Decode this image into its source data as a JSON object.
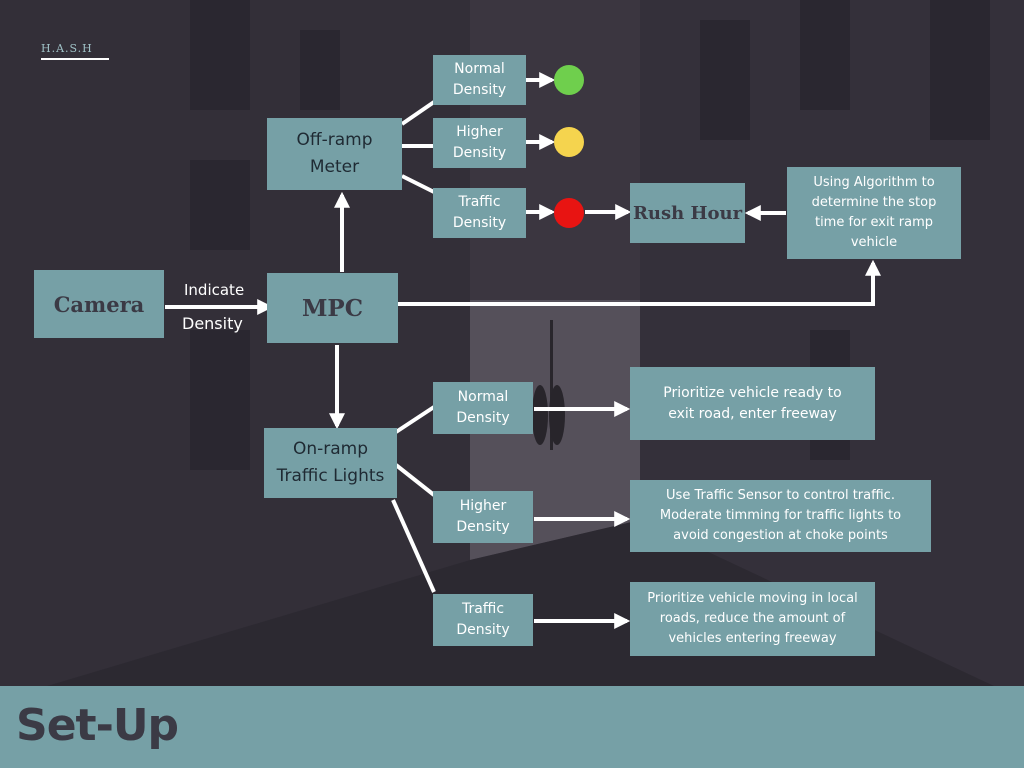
{
  "brand": "H.A.S.H",
  "footer_title": "Set-Up",
  "colors": {
    "box": "#76a0a6",
    "dark_text": "#3b3a45",
    "light_green": "#6fcf4d",
    "light_yellow": "#f5d44e",
    "light_red": "#e81412"
  },
  "camera": {
    "label": "Camera"
  },
  "edge_label": {
    "line1": "Indicate",
    "line2": "Density"
  },
  "mpc": {
    "label": "MPC"
  },
  "offramp": {
    "label_line1": "Off-ramp",
    "label_line2": "Meter",
    "normal": {
      "line1": "Normal",
      "line2": "Density"
    },
    "higher": {
      "line1": "Higher",
      "line2": "Density"
    },
    "traffic": {
      "line1": "Traffic",
      "line2": "Density"
    }
  },
  "rush_hour": {
    "label": "Rush Hour"
  },
  "algorithm": {
    "line1": "Using Algorithm to",
    "line2": "determine the stop",
    "line3": "time for exit ramp",
    "line4": "vehicle"
  },
  "onramp": {
    "label_line1": "On-ramp",
    "label_line2": "Traffic Lights",
    "normal": {
      "line1": "Normal",
      "line2": "Density"
    },
    "higher": {
      "line1": "Higher",
      "line2": "Density"
    },
    "traffic": {
      "line1": "Traffic",
      "line2": "Density"
    }
  },
  "results": {
    "normal": {
      "line1": "Prioritize vehicle ready to",
      "line2": "exit road, enter freeway"
    },
    "higher": {
      "line1": "Use Traffic Sensor to control traffic.",
      "line2": "Moderate timming for traffic lights to",
      "line3": "avoid congestion at choke points"
    },
    "traffic": {
      "line1": "Prioritize vehicle moving in local",
      "line2": "roads, reduce the amount of",
      "line3": "vehicles entering freeway"
    }
  }
}
